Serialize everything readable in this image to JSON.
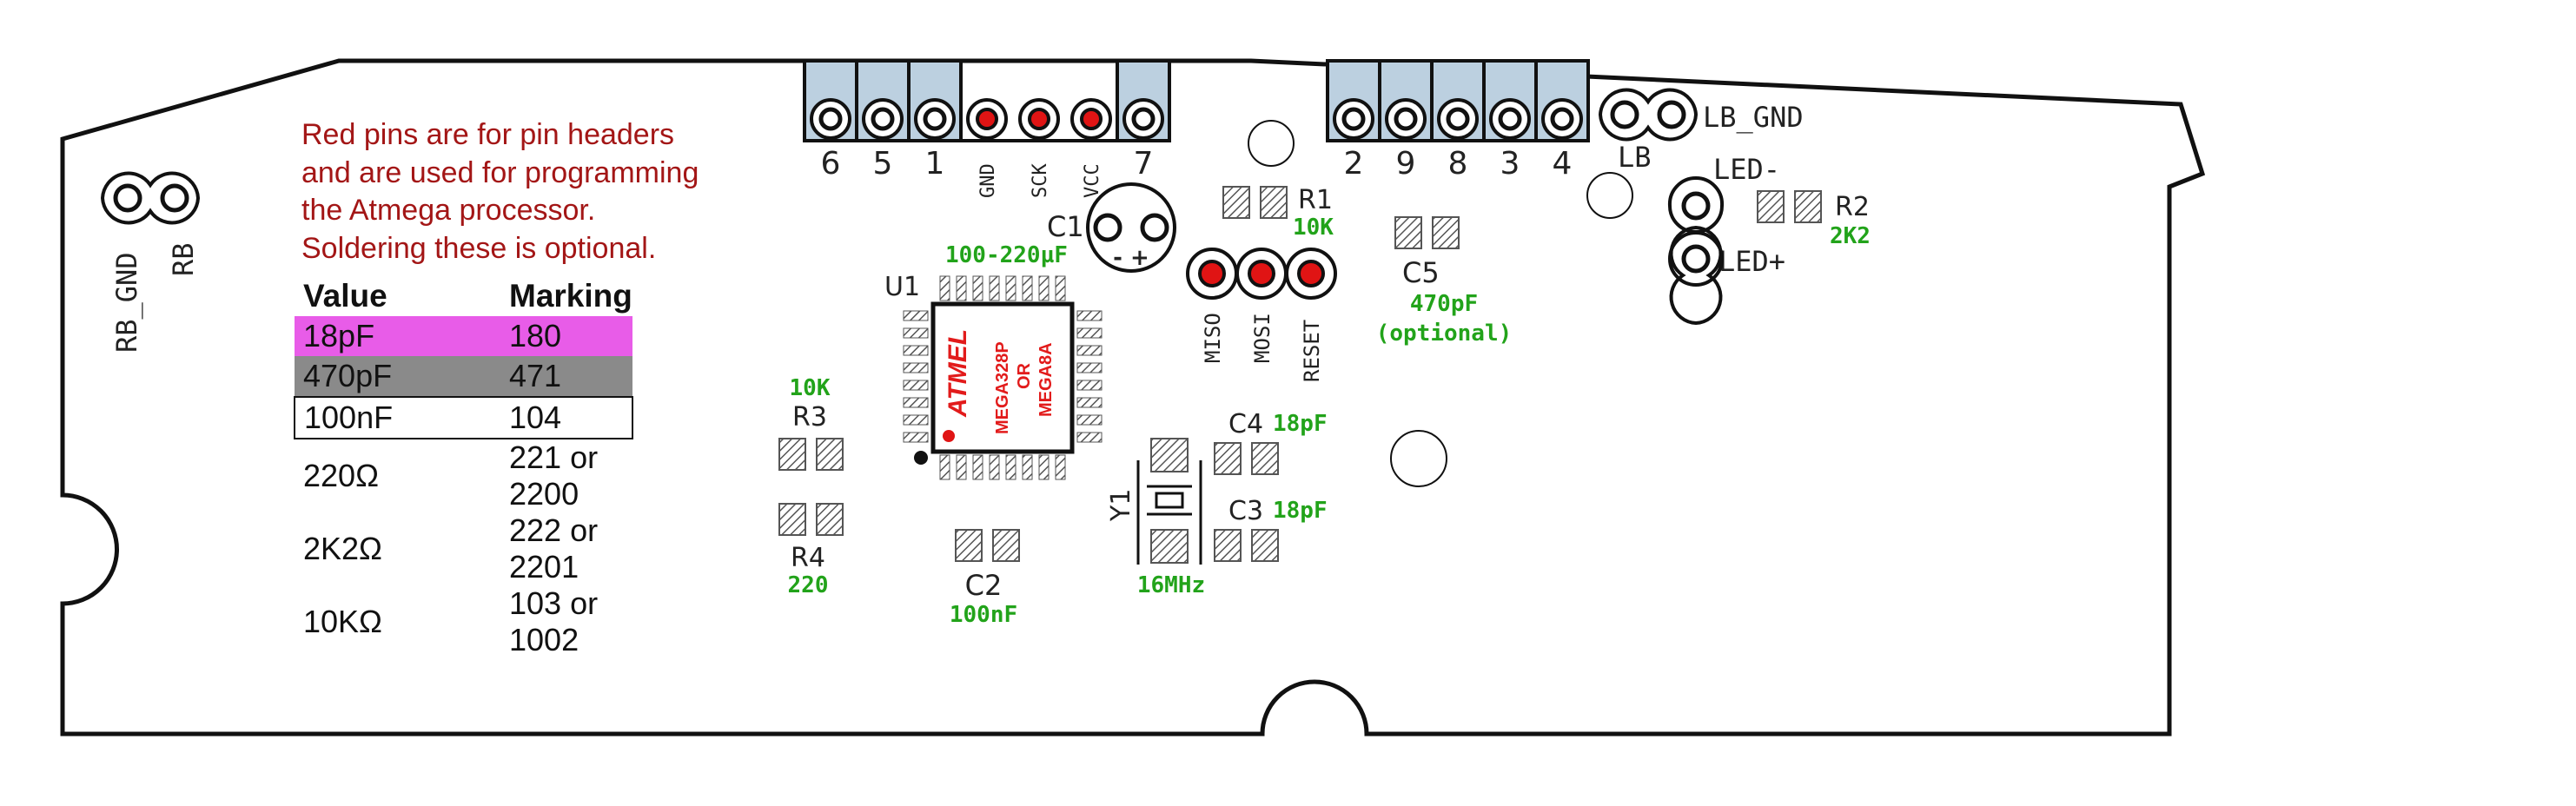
{
  "note_lines": [
    "Red pins are for pin headers",
    "and are used for programming",
    "the Atmega processor.",
    "Soldering these is optional."
  ],
  "table": {
    "headers": [
      "Value",
      "Marking"
    ],
    "rows": [
      {
        "value": "18pF",
        "marking": "180"
      },
      {
        "value": "470pF",
        "marking": "471"
      },
      {
        "value": "100nF",
        "marking": "104"
      },
      {
        "value": "220Ω",
        "marking": "221 or 2200"
      },
      {
        "value": "2K2Ω",
        "marking": "222 or 2201"
      },
      {
        "value": "10KΩ",
        "marking": "103 or 1002"
      }
    ]
  },
  "header_pins_left": [
    "6",
    "5",
    "1",
    "GND",
    "SCK",
    "VCC",
    "7"
  ],
  "header_pins_right": [
    "2",
    "9",
    "8",
    "3",
    "4"
  ],
  "connectors": {
    "lb": "LB",
    "lb_gnd": "LB_GND",
    "rb_gnd": "RB_GND",
    "rb": "RB",
    "led_minus": "LED-",
    "led_plus": "LED+"
  },
  "isp_pins": [
    "MISO",
    "MOSI",
    "RESET"
  ],
  "components": {
    "r1": {
      "ref": "R1",
      "value": "10K"
    },
    "r2": {
      "ref": "R2",
      "value": "2K2"
    },
    "r3": {
      "ref": "R3",
      "value": "10K"
    },
    "r4": {
      "ref": "R4",
      "value": "220"
    },
    "c1": {
      "ref": "C1",
      "value": "100-220µF"
    },
    "c2": {
      "ref": "C2",
      "value": "100nF"
    },
    "c3": {
      "ref": "C3",
      "value": "18pF"
    },
    "c4": {
      "ref": "C4",
      "value": "18pF"
    },
    "c5": {
      "ref": "C5",
      "value": "470pF",
      "note": "(optional)"
    },
    "u1": {
      "ref": "U1",
      "chip_line1": "MEGA328P",
      "chip_line2": "OR",
      "chip_line3": "MEGA8A",
      "logo": "ATMEL"
    },
    "y1": {
      "ref": "Y1",
      "value": "16MHz"
    }
  },
  "c1_polarity": "- +",
  "colors": {
    "outline": "#111111",
    "pin_blue": "#bcd0e0",
    "pin_red": "#e01414",
    "note_text": "#a31616",
    "value_green": "#22a31a",
    "row_18pf": "#e85ce8",
    "row_470pf": "#8a8a8a"
  }
}
